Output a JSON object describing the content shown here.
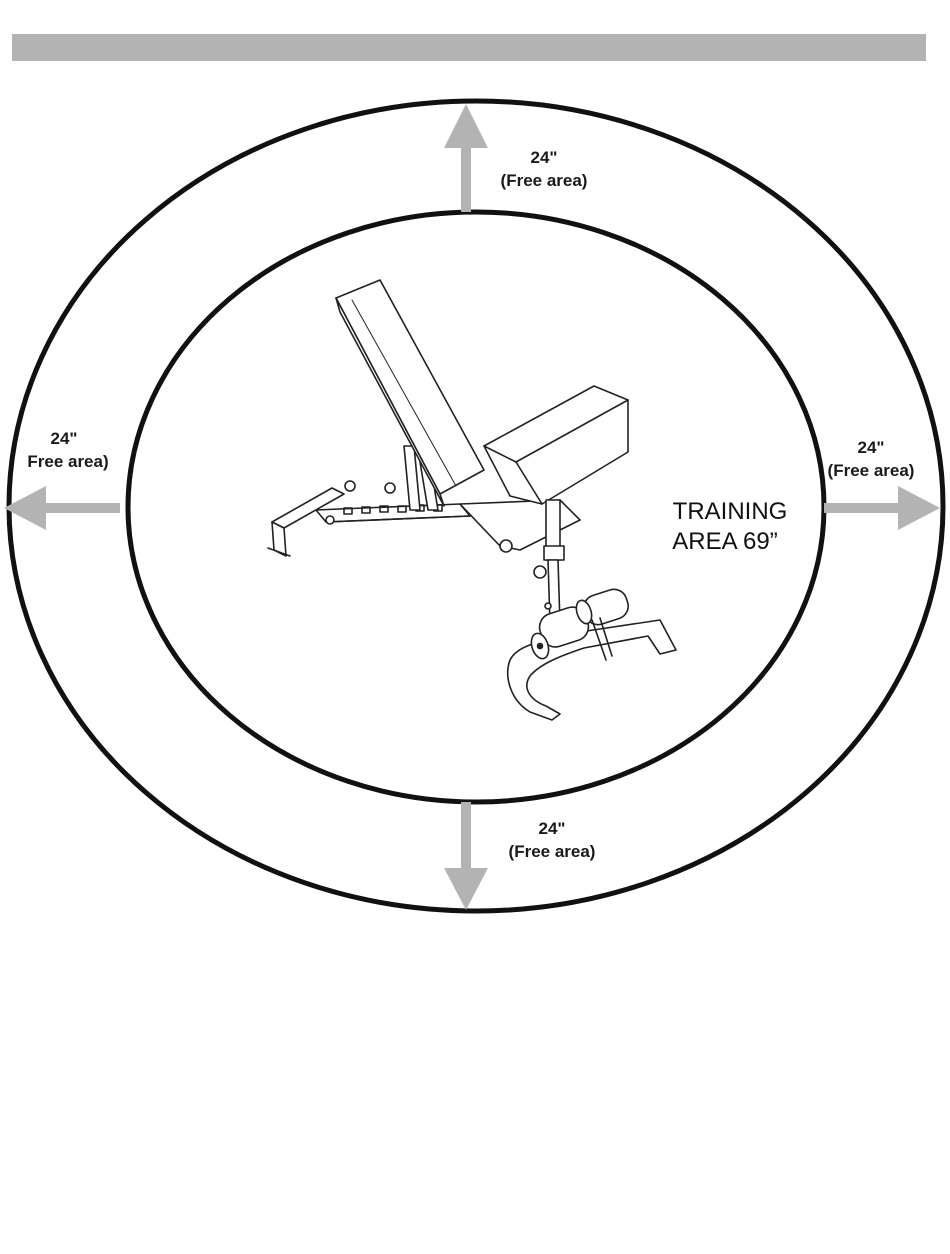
{
  "free_areas": {
    "top": {
      "distance": "24\"",
      "label": "(Free area)"
    },
    "left": {
      "distance": "24\"",
      "label": "Free area)"
    },
    "right": {
      "distance": "24\"",
      "label": "(Free area)"
    },
    "bottom": {
      "distance": "24\"",
      "label": "(Free area)"
    }
  },
  "training_area": {
    "line1": "TRAINING",
    "line2": "AREA 69”"
  },
  "colors": {
    "circle_stroke": "#111111",
    "arrow_fill": "#b3b3b3",
    "header_bar": "#b3b3b3"
  },
  "icons": {
    "bench": "adjustable-weight-bench-icon"
  }
}
